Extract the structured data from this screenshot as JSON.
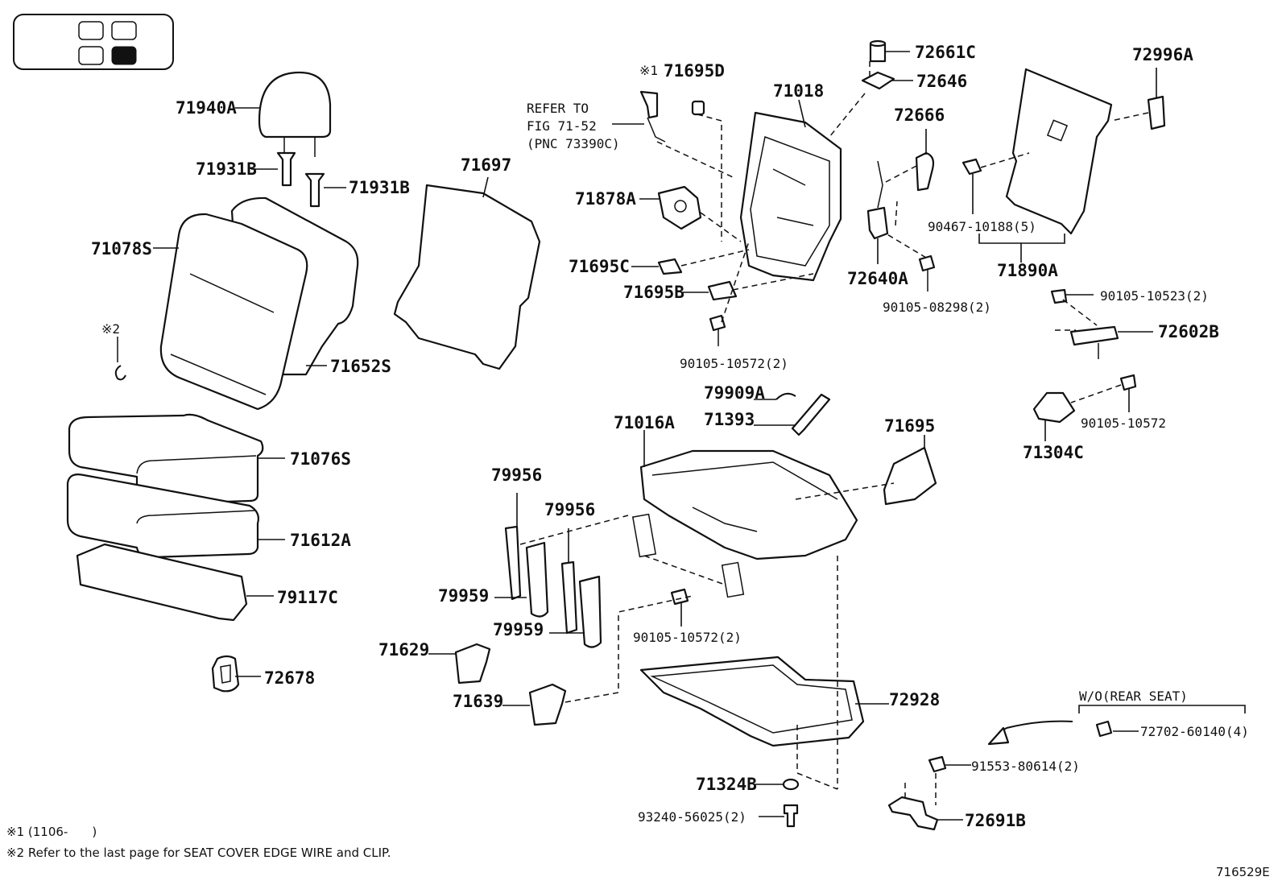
{
  "diagram_id": "716529E",
  "position_indicator": {
    "icon": "seat-position-indicator-icon",
    "highlighted_cell": "rear-right"
  },
  "parts": {
    "p71940A": "71940A",
    "p71931B_1": "71931B",
    "p71931B_2": "71931B",
    "p71078S": "71078S",
    "p71652S": "71652S",
    "p71076S": "71076S",
    "p71612A": "71612A",
    "p79117C": "79117C",
    "p72678": "72678",
    "p71697": "71697",
    "p71695D": "71695D",
    "p71018": "71018",
    "p72661C": "72661C",
    "p72646": "72646",
    "p72666": "72666",
    "p72996A": "72996A",
    "p71878A": "71878A",
    "p71695C": "71695C",
    "p71695B": "71695B",
    "p72640A": "72640A",
    "p90105_08298": "90105-08298(2)",
    "p90105_10572_a": "90105-10572(2)",
    "p90467_10188": "90467-10188(5)",
    "p71890A": "71890A",
    "p90105_10523": "90105-10523(2)",
    "p72602B": "72602B",
    "p90105_10572_b": "90105-10572",
    "p71304C": "71304C",
    "p79909A": "79909A",
    "p71393": "71393",
    "p71016A": "71016A",
    "p71695": "71695",
    "p79956_1": "79956",
    "p79956_2": "79956",
    "p79959_1": "79959",
    "p79959_2": "79959",
    "p90105_10572_c": "90105-10572(2)",
    "p71629": "71629",
    "p71639": "71639",
    "p72928": "72928",
    "p71324B": "71324B",
    "p93240_56025": "93240-56025(2)",
    "p72702_60140": "72702-60140(4)",
    "p91553_80614": "91553-80614(2)",
    "p72691B": "72691B"
  },
  "refer": {
    "line1": "REFER TO",
    "line2": "FIG 71-52",
    "line3": "(PNC 73390C)"
  },
  "marks": {
    "note1_mark": "※1",
    "note2_mark": "※2"
  },
  "wo_rear_seat": "W/O(REAR SEAT)",
  "notes": {
    "note1": "※1 (1106-　　)",
    "note2": "※2 Refer to the last page for SEAT COVER EDGE WIRE and CLIP."
  }
}
